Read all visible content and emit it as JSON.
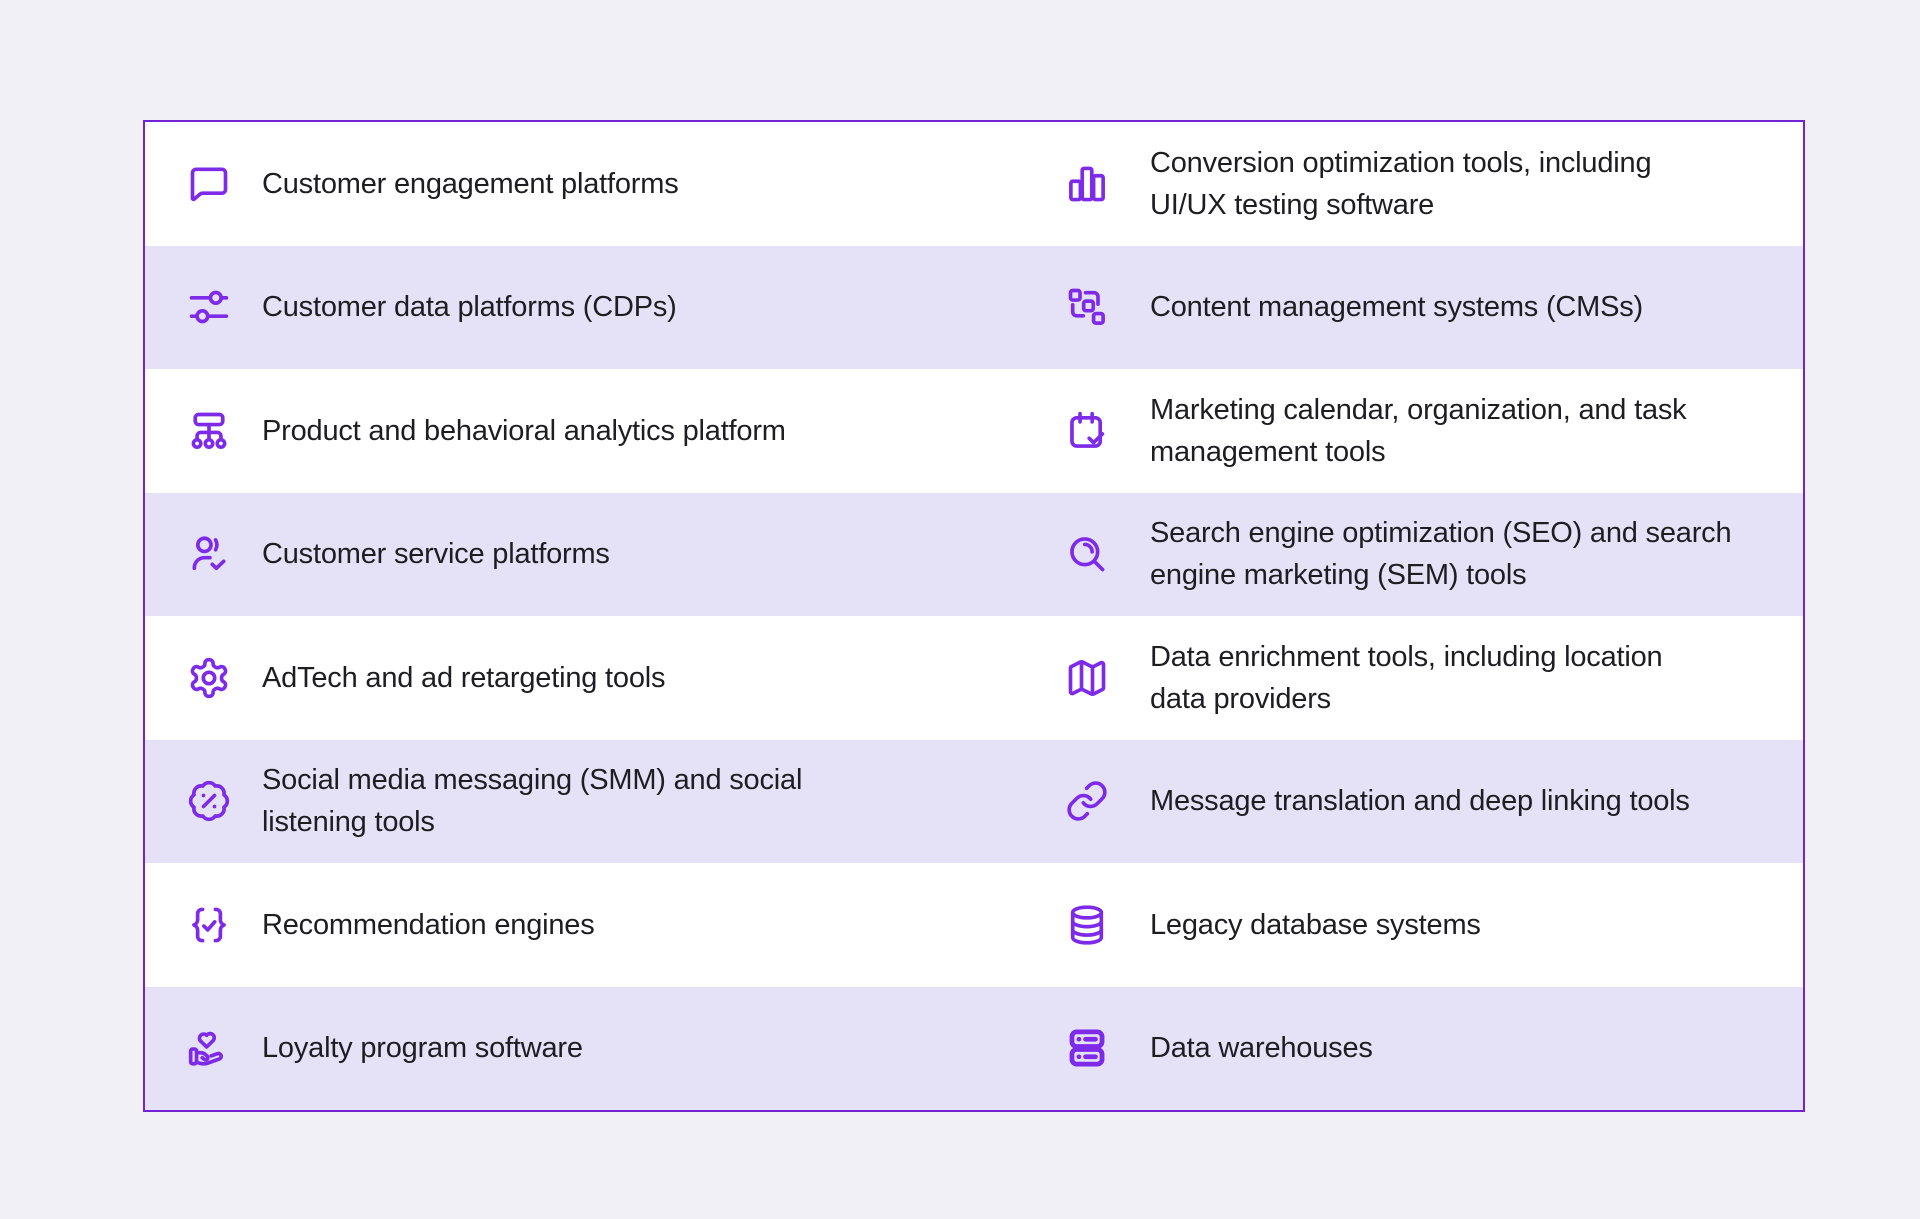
{
  "theme": {
    "page_bg": "#f2f0f7",
    "row_bg": "#ffffff",
    "row_alt_bg": "#e5e2f8",
    "border": "#7423d4",
    "accent": "#7e2be9",
    "text": "#1e1d21"
  },
  "rows": [
    {
      "left": {
        "icon": "chat-bubble-icon",
        "label": "Customer engagement platforms"
      },
      "right": {
        "icon": "bar-chart-icon",
        "label": "Conversion optimization tools, including\nUI/UX testing software"
      }
    },
    {
      "left": {
        "icon": "sliders-icon",
        "label": "Customer data platforms (CDPs)"
      },
      "right": {
        "icon": "cms-blocks-icon",
        "label": "Content management systems (CMSs)"
      }
    },
    {
      "left": {
        "icon": "sitemap-icon",
        "label": "Product and behavioral analytics platform"
      },
      "right": {
        "icon": "calendar-check-icon",
        "label": "Marketing calendar, organization, and task\nmanagement tools"
      }
    },
    {
      "left": {
        "icon": "user-check-icon",
        "label": "Customer service platforms"
      },
      "right": {
        "icon": "search-magnifier-icon",
        "label": "Search engine optimization (SEO) and search\nengine marketing (SEM) tools"
      }
    },
    {
      "left": {
        "icon": "gear-icon",
        "label": "AdTech and ad retargeting tools"
      },
      "right": {
        "icon": "folded-map-icon",
        "label": "Data enrichment tools, including location\ndata providers"
      }
    },
    {
      "left": {
        "icon": "badge-percent-icon",
        "label": "Social media messaging (SMM) and social\nlistening tools"
      },
      "right": {
        "icon": "chain-link-icon",
        "label": "Message translation and deep linking tools"
      }
    },
    {
      "left": {
        "icon": "braces-check-icon",
        "label": "Recommendation engines"
      },
      "right": {
        "icon": "database-cylinder-icon",
        "label": "Legacy database systems"
      }
    },
    {
      "left": {
        "icon": "hand-heart-icon",
        "label": "Loyalty program software"
      },
      "right": {
        "icon": "server-stack-icon",
        "label": "Data warehouses"
      }
    }
  ]
}
